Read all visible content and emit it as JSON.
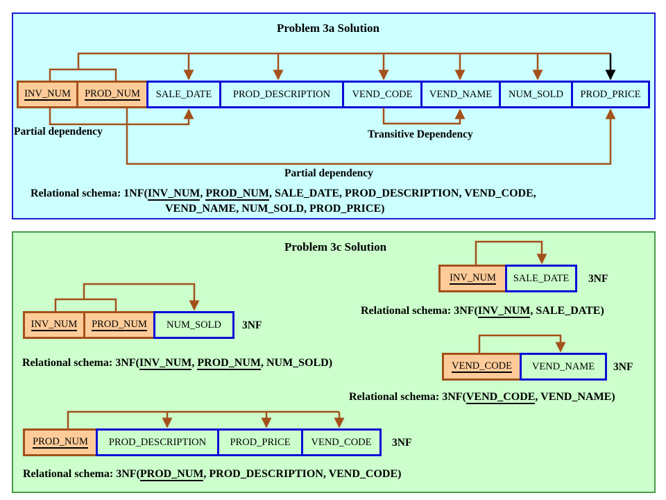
{
  "problem_3a": {
    "title": "Problem 3a Solution",
    "attributes": [
      "INV_NUM",
      "PROD_NUM",
      "SALE_DATE",
      "PROD_DESCRIPTION",
      "VEND_CODE",
      "VEND_NAME",
      "NUM_SOLD",
      "PROD_PRICE"
    ],
    "keys": [
      "INV_NUM",
      "PROD_NUM"
    ],
    "label_partial_1": "Partial dependency",
    "label_transitive": "Transitive Dependency",
    "label_partial_2": "Partial dependency",
    "schema_prefix": "Relational schema: 1NF(",
    "schema_key1": "INV_NUM",
    "schema_sep": ", ",
    "schema_key2": "PROD_NUM",
    "schema_rest_line1": ", SALE_DATE, PROD_DESCRIPTION, VEND_CODE,",
    "schema_line2": "VEND_NAME, NUM_SOLD, PROD_PRICE)"
  },
  "problem_3c": {
    "title": "Problem 3c Solution",
    "nf_label": "3NF",
    "table_invoice_line": {
      "attributes": [
        "INV_NUM",
        "PROD_NUM",
        "NUM_SOLD"
      ],
      "schema_prefix": "Relational schema: 3NF(",
      "key1": "INV_NUM",
      "sep": ", ",
      "key2": "PROD_NUM",
      "rest": ", NUM_SOLD)"
    },
    "table_invoice": {
      "attributes": [
        "INV_NUM",
        "SALE_DATE"
      ],
      "schema_prefix": "Relational schema: 3NF(",
      "key1": "INV_NUM",
      "rest": ", SALE_DATE)"
    },
    "table_vendor": {
      "attributes": [
        "VEND_CODE",
        "VEND_NAME"
      ],
      "schema_prefix": "Relational schema: 3NF(",
      "key1": "VEND_CODE",
      "rest": ", VEND_NAME)"
    },
    "table_product": {
      "attributes": [
        "PROD_NUM",
        "PROD_DESCRIPTION",
        "PROD_PRICE",
        "VEND_CODE"
      ],
      "schema_prefix": "Relational schema: 3NF(",
      "key1": "PROD_NUM",
      "rest": ", PROD_DESCRIPTION, VEND_CODE)"
    }
  },
  "colors": {
    "panel_a_bg": "#ccffff",
    "panel_c_bg": "#ccffcc",
    "key_fill": "#ffcc99",
    "attr_border": "#0b0bd8",
    "arrow": "#a3501a"
  }
}
